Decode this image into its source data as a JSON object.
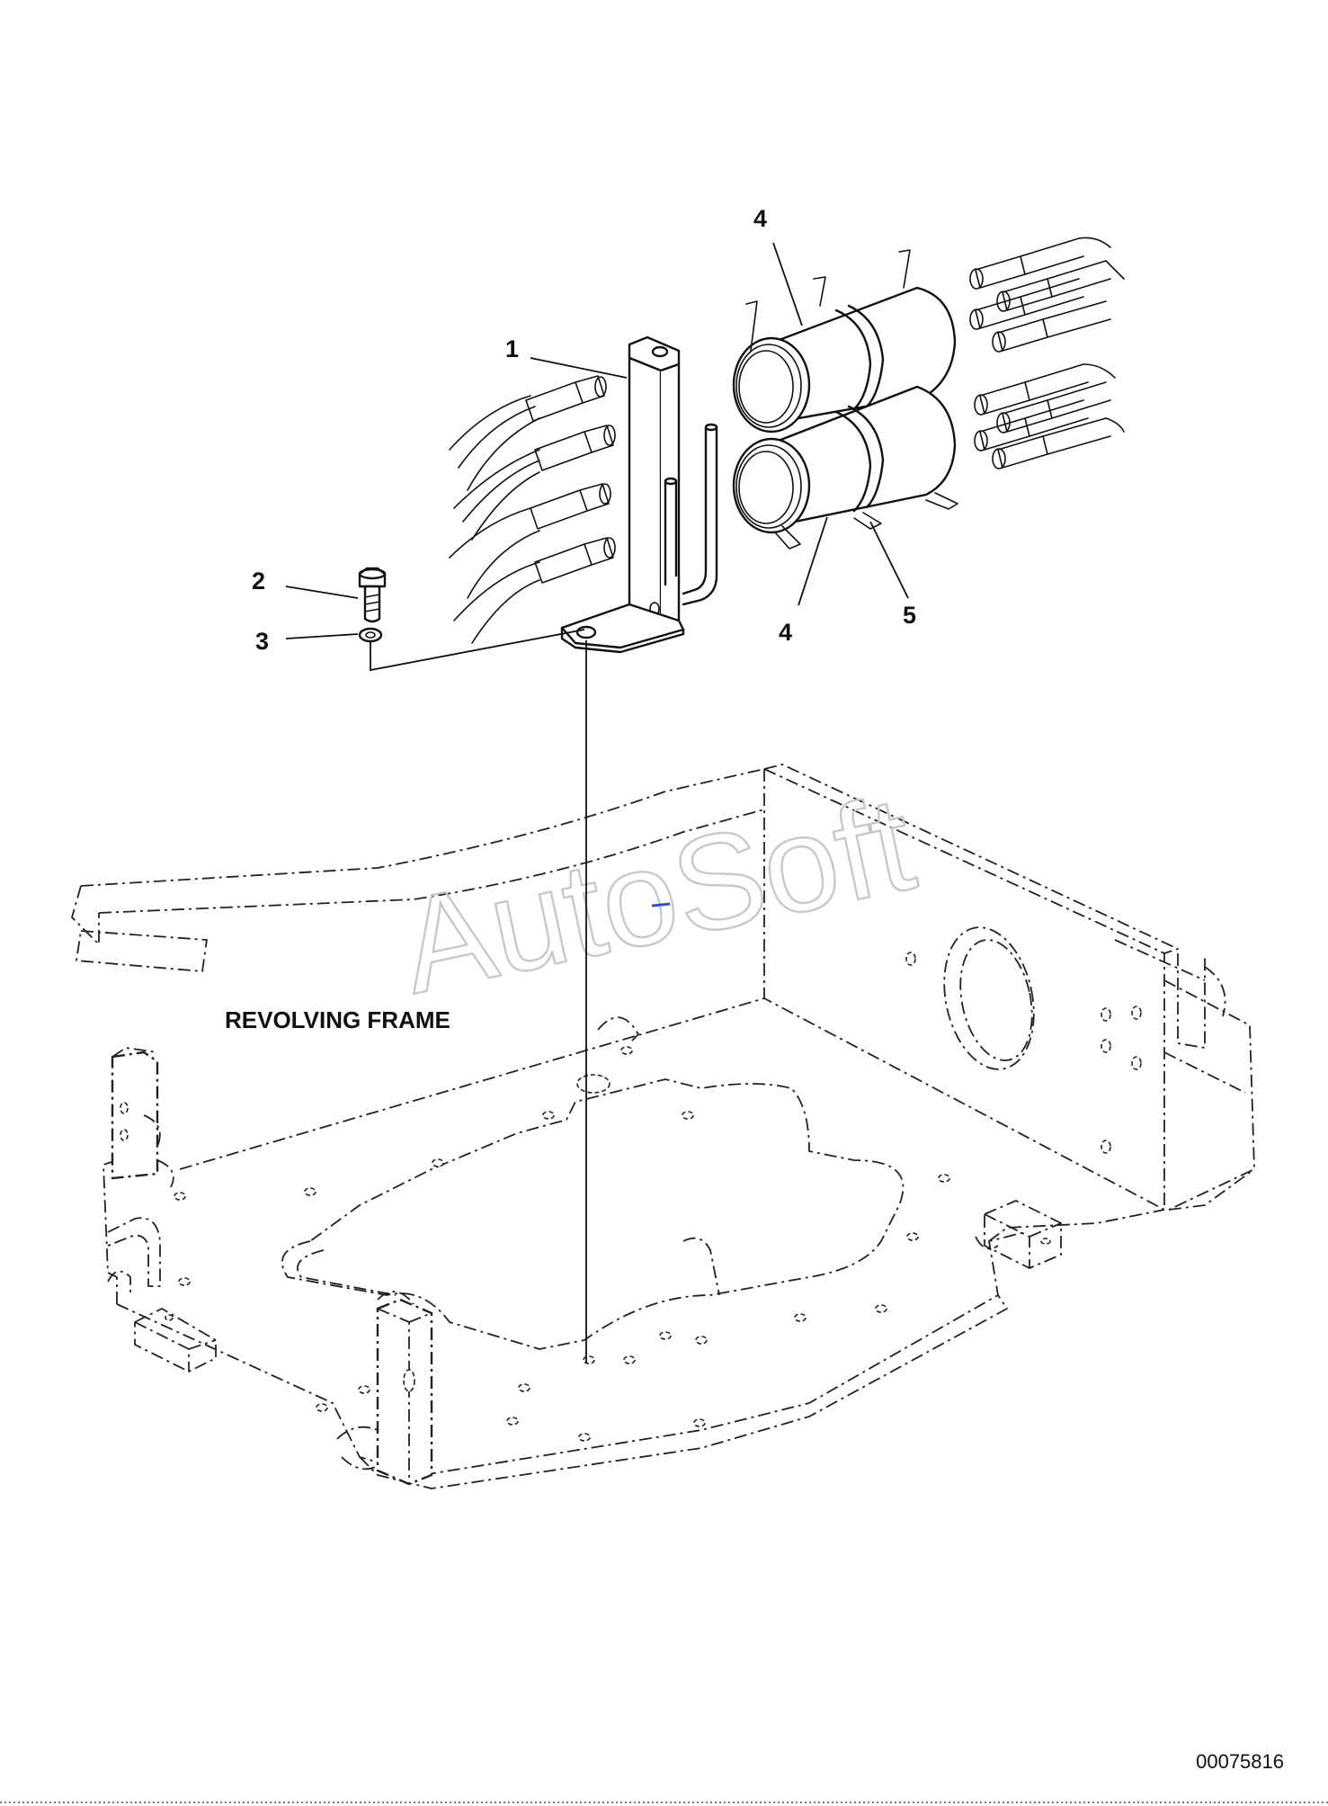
{
  "callouts": {
    "part1": "1",
    "part2": "2",
    "part3": "3",
    "part4_top": "4",
    "part4_bottom": "4",
    "part5": "5"
  },
  "labels": {
    "frame": "REVOLVING FRAME",
    "watermark": "AutoSoft",
    "document_number": "00075816"
  }
}
